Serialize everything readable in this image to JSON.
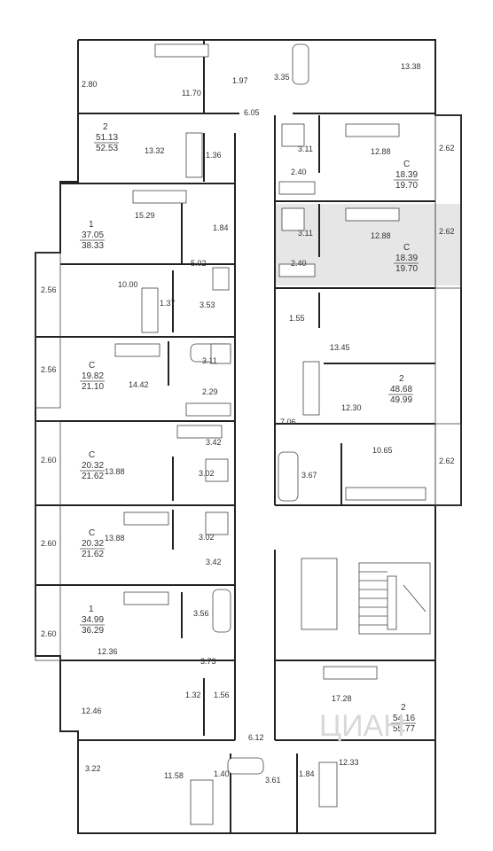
{
  "labels": {
    "a2_80": "2.80",
    "a11_70": "11.70",
    "a1_97": "1.97",
    "a3_35": "3.35",
    "a13_38": "13.38",
    "a6_05": "6.05",
    "b_n": "2",
    "b_l": "51.13",
    "b_t": "52.53",
    "b13_32": "13.32",
    "b1_36": "1.36",
    "c3_11": "3.11",
    "c12_88": "12.88",
    "c2_62": "2.62",
    "c_n": "С",
    "c_l": "18.39",
    "c_t": "19.70",
    "c2_40": "2.40",
    "d3_11": "3.11",
    "d12_88": "12.88",
    "d2_62": "2.62",
    "d_n": "С",
    "d_l": "18.39",
    "d_t": "19.70",
    "d2_40": "2.40",
    "e_n": "1",
    "e_l": "37.05",
    "e_t": "38.33",
    "e15_29": "15.29",
    "e1_84": "1.84",
    "e5_02": "5.02",
    "f2_56": "2.56",
    "f10_00": "10.00",
    "f1_37": "1.37",
    "f3_53": "3.53",
    "f1_55": "1.55",
    "f13_45": "13.45",
    "g2_56": "2.56",
    "g_n": "С",
    "g_l": "19.82",
    "g_t": "21.10",
    "g14_42": "14.42",
    "g3_11": "3.11",
    "g2_29": "2.29",
    "h_n": "2",
    "h_l": "48.68",
    "h_t": "49.99",
    "h12_30": "12.30",
    "i3_42": "3.42",
    "i7_06": "7.06",
    "i10_65": "10.65",
    "j2_60": "2.60",
    "j_n": "С",
    "j_l": "20.32",
    "j_t": "21.62",
    "j13_88": "13.88",
    "j3_02": "3.02",
    "j3_67": "3.67",
    "j2_62": "2.62",
    "k2_60": "2.60",
    "k_n": "С",
    "k_l": "20.32",
    "k_t": "21.62",
    "k13_88": "13.88",
    "k3_02": "3.02",
    "k3_42": "3.42",
    "l2_60": "2.60",
    "l_n": "1",
    "l_l": "34.99",
    "l_t": "36.29",
    "l12_36": "12.36",
    "l3_56": "3.56",
    "l3_73": "3.73",
    "m12_46": "12.46",
    "m1_32": "1.32",
    "m1_56": "1.56",
    "m17_28": "17.28",
    "m_n": "2",
    "m_l": "54.16",
    "m_t": "55.77",
    "n6_12": "6.12",
    "n12_33": "12.33",
    "n3_22": "3.22",
    "n11_58": "11.58",
    "n1_40": "1.40",
    "n3_61": "3.61",
    "n1_84": "1.84"
  },
  "watermark": "ЦИАН",
  "colors": {
    "wall": "#222222",
    "highlight": "#e6e6e6",
    "background": "#ffffff"
  }
}
